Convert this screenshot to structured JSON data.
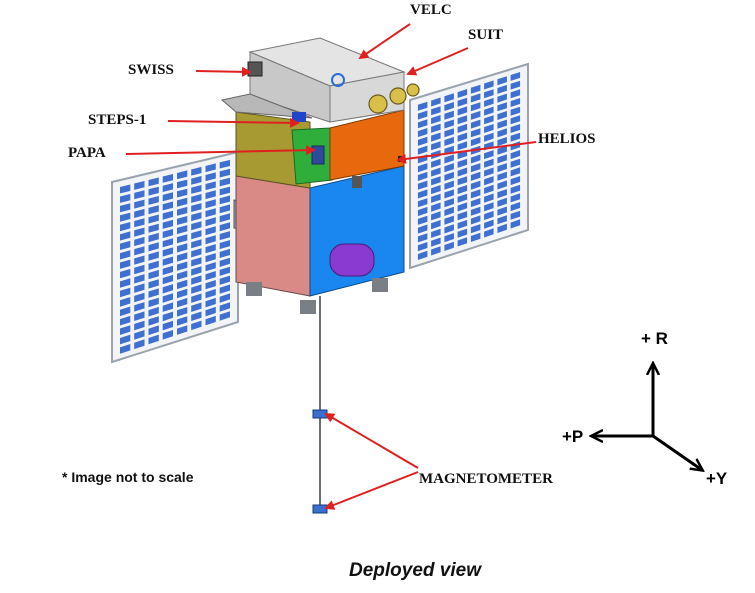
{
  "labels": {
    "velc": "VELC",
    "suit": "SUIT",
    "swiss": "SWISS",
    "steps": "STEPS-1",
    "papa": "PAPA",
    "helios": "HELIOS",
    "magnetometer": "MAGNETOMETER"
  },
  "axes": {
    "r": "+ R",
    "p": "+P",
    "y": "+Y"
  },
  "note": "* Image not to scale",
  "caption": "Deployed view",
  "colors": {
    "leader_line": "#e02020",
    "solar_cell": "#3f6fd0",
    "panel_frame": "#9aa3ad",
    "top_deck": "#dcdcdc",
    "orange_face": "#e8690d",
    "blue_face": "#1a86f0",
    "pink_face": "#d98a86",
    "olive_face": "#a89a32",
    "green_board": "#2fae3c",
    "purple_tank": "#8a3ad0",
    "axis": "#000000"
  }
}
